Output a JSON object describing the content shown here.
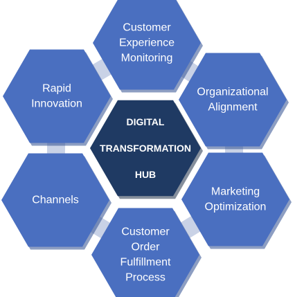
{
  "diagram": {
    "center": {
      "lines": [
        "DIGITAL",
        "TRANSFORMATION",
        "HUB"
      ],
      "fill": "#1f3a63",
      "text_color": "#ffffff"
    },
    "satellites": [
      {
        "id": "customer-experience-monitoring",
        "lines": [
          "Customer",
          "Experience",
          "Monitoring"
        ]
      },
      {
        "id": "organizational-alignment",
        "lines": [
          "Organizational",
          "Alignment"
        ]
      },
      {
        "id": "marketing-optimization",
        "lines": [
          "Marketing",
          "Optimization"
        ]
      },
      {
        "id": "customer-order-fulfillment-process",
        "lines": [
          "Customer",
          "Order",
          "Fulfillment",
          "Process"
        ]
      },
      {
        "id": "channels",
        "lines": [
          "Channels"
        ]
      },
      {
        "id": "rapid-innovation",
        "lines": [
          "Rapid",
          "Innovation"
        ]
      }
    ],
    "colors": {
      "satellite_fill": "#4a6fc0",
      "satellite_shadow": "#2f4f8f",
      "satellite_text": "#ffffff",
      "connector": "#c9d2e6"
    }
  }
}
